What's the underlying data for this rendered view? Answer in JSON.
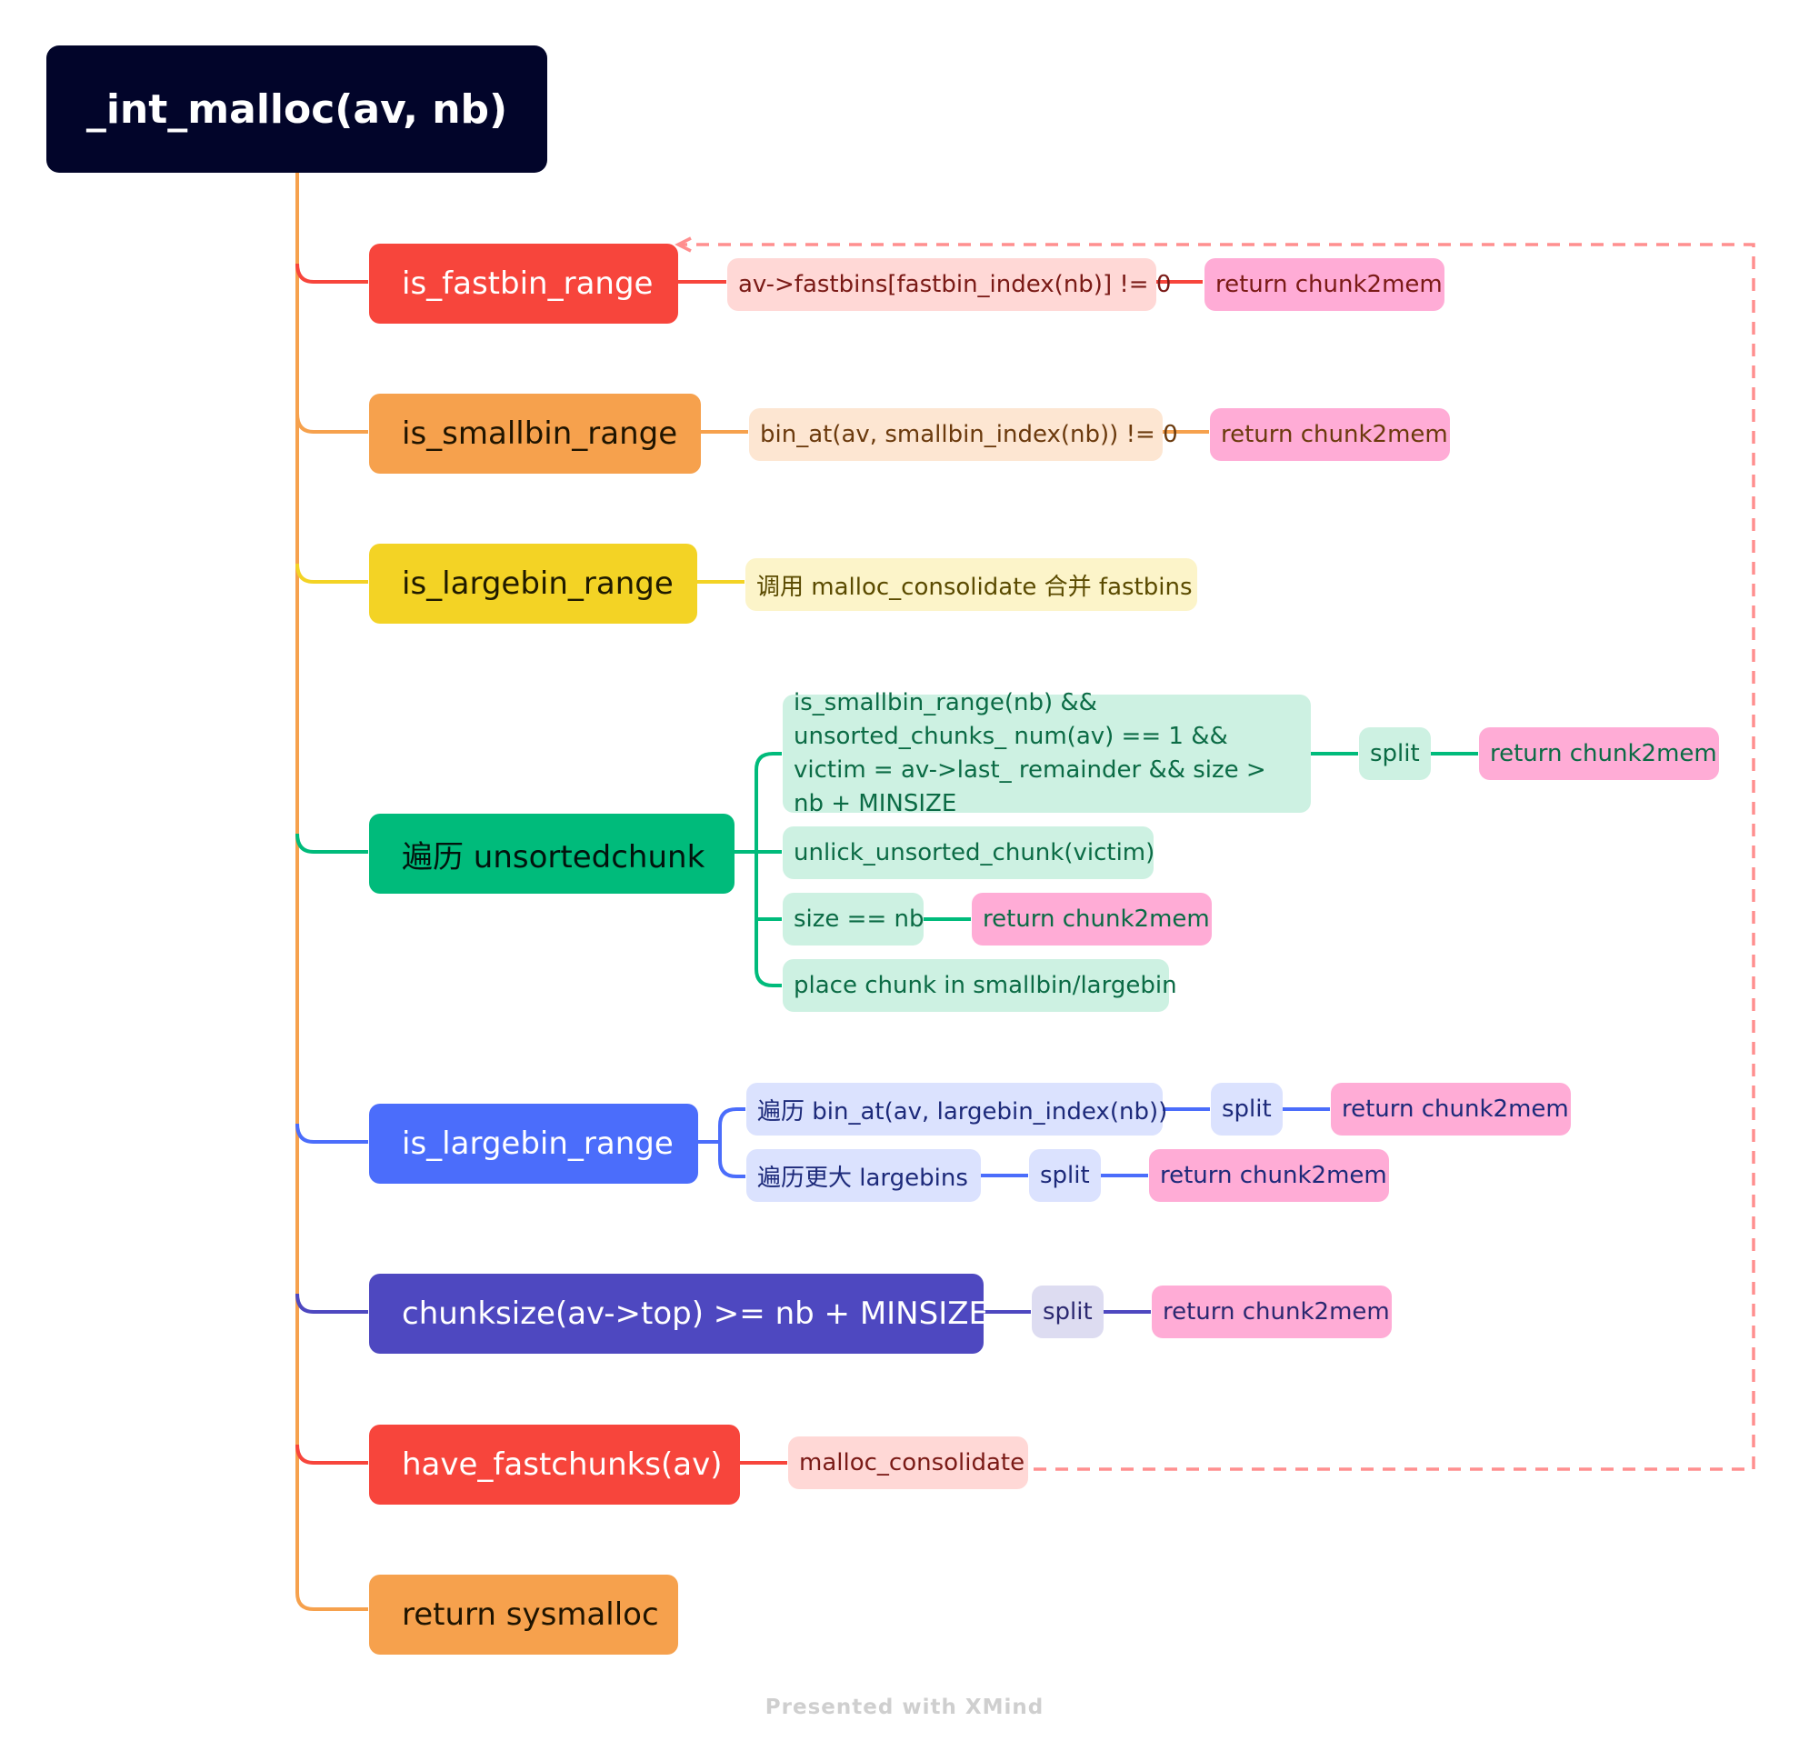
{
  "root": "_int_malloc(av, nb)",
  "branches": [
    {
      "label": "is_fastbin_range",
      "cond": "av->fastbins[fastbin_index(nb)] != 0",
      "result": "return chunk2mem"
    },
    {
      "label": "is_smallbin_range",
      "cond": "bin_at(av, smallbin_index(nb)) != 0",
      "result": "return chunk2mem"
    },
    {
      "label": "is_largebin_range",
      "note": "调用 malloc_consolidate 合并 fastbins"
    },
    {
      "label": "遍历 unsortedchunk",
      "items": [
        {
          "text": "is_smallbin_range(nb) && unsorted_chunks_ num(av) == 1 && victim = av->last_ remainder && size > nb + MINSIZE",
          "split": "split",
          "result": "return chunk2mem"
        },
        {
          "text": "unlick_unsorted_chunk(victim)"
        },
        {
          "text": "size == nb",
          "result": "return chunk2mem"
        },
        {
          "text": "place chunk in smallbin/largebin"
        }
      ]
    },
    {
      "label": "is_largebin_range",
      "items": [
        {
          "text": "遍历 bin_at(av, largebin_index(nb))",
          "split": "split",
          "result": "return chunk2mem"
        },
        {
          "text": "遍历更大 largebins",
          "split": "split",
          "result": "return chunk2mem"
        }
      ]
    },
    {
      "label": "chunksize(av->top) >= nb + MINSIZE",
      "split": "split",
      "result": "return chunk2mem"
    },
    {
      "label": "have_fastchunks(av)",
      "note": "malloc_consolidate"
    },
    {
      "label": "return sysmalloc"
    }
  ],
  "footer": "Presented with XMind",
  "colors": {
    "red": "#f7453c",
    "orange": "#f6a14d",
    "yellow": "#f3d325",
    "green": "#00bb7b",
    "blue": "#4b6dfb",
    "indigo": "#4e48c0",
    "pink": "#ffacd6",
    "dashed": "#ff8f8f"
  }
}
